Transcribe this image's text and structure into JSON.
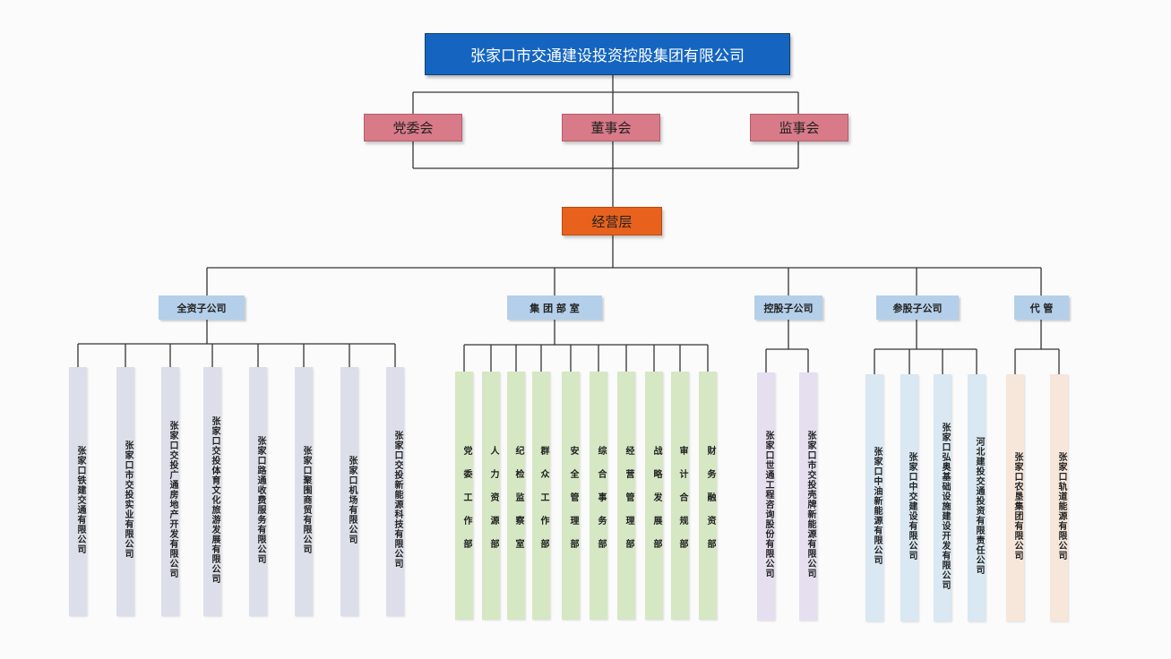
{
  "top": "张家口市交通建设投资控股集团有限公司",
  "governance": [
    "党委会",
    "董事会",
    "监事会"
  ],
  "management": "经营层",
  "categories": {
    "wholly_owned": "全资子公司",
    "departments": "集 团 部 室",
    "holding": "控股子公司",
    "participating": "参股子公司",
    "managed": "代 管"
  },
  "wholly_owned": [
    "张家口铁建交通有限公司",
    "张家口市交投实业有限公司",
    "张家口交投广通房地产开发有限公司",
    "张家口交投体育文化旅游发展有限公司",
    "张家口路通收费服务有限公司",
    "张家口聚围商贸有限公司",
    "张家口机场有限公司",
    "张家口交投新能源科技有限公司"
  ],
  "departments": [
    "党委工作部",
    "人力资源部",
    "纪检监察室",
    "群众工作部",
    "安全管理部",
    "综合事务部",
    "经营管理部",
    "战略发展部",
    "审计合规部",
    "财务融资部"
  ],
  "holding": [
    "张家口世通工程咨询股份有限公司",
    "张家口市交投壳牌新能源有限公司"
  ],
  "participating": [
    "张家口中油新能源有限公司",
    "张家口中交建设有限公司",
    "张家口弘奥基础设施建设开发有限公司",
    "河北建投交通投资有限责任公司"
  ],
  "managed": [
    "张家口农垦集团有限公司",
    "张家口轨道能源有限公司"
  ],
  "colors": {
    "top": "#1565c0",
    "governance": "#d97a88",
    "management": "#e8621e",
    "category": "#b4cfe9",
    "wholly_owned_leaf": "#dcdfe9",
    "department_leaf": "#d6e7c4",
    "holding_leaf": "#e5dff0",
    "participating_leaf": "#d9e8f2",
    "managed_leaf": "#f7e6da"
  }
}
